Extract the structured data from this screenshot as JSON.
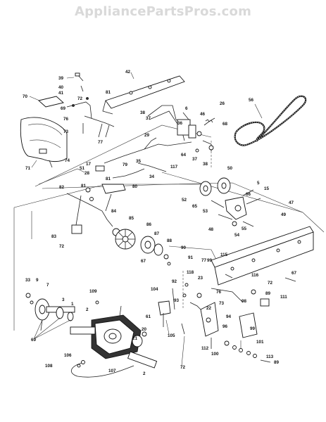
{
  "header": {
    "watermark": "AppliancePartsPros.com"
  },
  "callouts": [
    {
      "id": "c-42",
      "text": "42"
    },
    {
      "id": "c-39",
      "text": "39"
    },
    {
      "id": "c-40",
      "text": "40"
    },
    {
      "id": "c-41",
      "text": "41"
    },
    {
      "id": "c-70",
      "text": "70"
    },
    {
      "id": "c-72a",
      "text": "72"
    },
    {
      "id": "c-81a",
      "text": "81"
    },
    {
      "id": "c-69a",
      "text": "69"
    },
    {
      "id": "c-76a",
      "text": "76"
    },
    {
      "id": "c-73a",
      "text": "73"
    },
    {
      "id": "c-77a",
      "text": "77"
    },
    {
      "id": "c-38a",
      "text": "38"
    },
    {
      "id": "c-37a",
      "text": "37"
    },
    {
      "id": "c-6",
      "text": "6"
    },
    {
      "id": "c-46",
      "text": "46"
    },
    {
      "id": "c-36",
      "text": "36"
    },
    {
      "id": "c-26",
      "text": "26"
    },
    {
      "id": "c-68",
      "text": "68"
    },
    {
      "id": "c-56",
      "text": "56"
    },
    {
      "id": "c-71",
      "text": "71"
    },
    {
      "id": "c-74",
      "text": "74"
    },
    {
      "id": "c-17",
      "text": "17"
    },
    {
      "id": "c-51",
      "text": "51"
    },
    {
      "id": "c-28",
      "text": "28"
    },
    {
      "id": "c-79",
      "text": "79"
    },
    {
      "id": "c-81b",
      "text": "81"
    },
    {
      "id": "c-29",
      "text": "29"
    },
    {
      "id": "c-35",
      "text": "35"
    },
    {
      "id": "c-34",
      "text": "34"
    },
    {
      "id": "c-64",
      "text": "64"
    },
    {
      "id": "c-37b",
      "text": "37"
    },
    {
      "id": "c-38b",
      "text": "38"
    },
    {
      "id": "c-117a",
      "text": "117"
    },
    {
      "id": "c-50",
      "text": "50"
    },
    {
      "id": "c-82",
      "text": "82"
    },
    {
      "id": "c-81c",
      "text": "81"
    },
    {
      "id": "c-80",
      "text": "80"
    },
    {
      "id": "c-52",
      "text": "52"
    },
    {
      "id": "c-65",
      "text": "65"
    },
    {
      "id": "c-5",
      "text": "5"
    },
    {
      "id": "c-15",
      "text": "15"
    },
    {
      "id": "c-47",
      "text": "47"
    },
    {
      "id": "c-53",
      "text": "53"
    },
    {
      "id": "c-66",
      "text": "66"
    },
    {
      "id": "c-48",
      "text": "48"
    },
    {
      "id": "c-84",
      "text": "84"
    },
    {
      "id": "c-85",
      "text": "85"
    },
    {
      "id": "c-86",
      "text": "86"
    },
    {
      "id": "c-87",
      "text": "87"
    },
    {
      "id": "c-88",
      "text": "88"
    },
    {
      "id": "c-55",
      "text": "55"
    },
    {
      "id": "c-54",
      "text": "54"
    },
    {
      "id": "c-49",
      "text": "49"
    },
    {
      "id": "c-83",
      "text": "83"
    },
    {
      "id": "c-72b",
      "text": "72"
    },
    {
      "id": "c-67a",
      "text": "67"
    },
    {
      "id": "c-90",
      "text": "90"
    },
    {
      "id": "c-91",
      "text": "91"
    },
    {
      "id": "c-115",
      "text": "115"
    },
    {
      "id": "c-77b",
      "text": "77"
    },
    {
      "id": "c-99a",
      "text": "99"
    },
    {
      "id": "c-118",
      "text": "118"
    },
    {
      "id": "c-116",
      "text": "116"
    },
    {
      "id": "c-72c",
      "text": "72"
    },
    {
      "id": "c-67b",
      "text": "67"
    },
    {
      "id": "c-33",
      "text": "33"
    },
    {
      "id": "c-9",
      "text": "9"
    },
    {
      "id": "c-7",
      "text": "7"
    },
    {
      "id": "c-109",
      "text": "109"
    },
    {
      "id": "c-3",
      "text": "3"
    },
    {
      "id": "c-1",
      "text": "1"
    },
    {
      "id": "c-2a",
      "text": "2"
    },
    {
      "id": "c-69b",
      "text": "69"
    },
    {
      "id": "c-61",
      "text": "61"
    },
    {
      "id": "c-20",
      "text": "20"
    },
    {
      "id": "c-21",
      "text": "21"
    },
    {
      "id": "c-104",
      "text": "104"
    },
    {
      "id": "c-92",
      "text": "92"
    },
    {
      "id": "c-93",
      "text": "93"
    },
    {
      "id": "c-23",
      "text": "23"
    },
    {
      "id": "c-22",
      "text": "22"
    },
    {
      "id": "c-76b",
      "text": "76"
    },
    {
      "id": "c-73b",
      "text": "73"
    },
    {
      "id": "c-94",
      "text": "94"
    },
    {
      "id": "c-98",
      "text": "98"
    },
    {
      "id": "c-89a",
      "text": "89"
    },
    {
      "id": "c-111",
      "text": "111"
    },
    {
      "id": "c-105",
      "text": "105"
    },
    {
      "id": "c-96",
      "text": "96"
    },
    {
      "id": "c-99b",
      "text": "99"
    },
    {
      "id": "c-112",
      "text": "112"
    },
    {
      "id": "c-100",
      "text": "100"
    },
    {
      "id": "c-101",
      "text": "101"
    },
    {
      "id": "c-113",
      "text": "113"
    },
    {
      "id": "c-89b",
      "text": "89"
    },
    {
      "id": "c-108",
      "text": "108"
    },
    {
      "id": "c-106",
      "text": "106"
    },
    {
      "id": "c-107",
      "text": "107"
    },
    {
      "id": "c-2b",
      "text": "2"
    },
    {
      "id": "c-72d",
      "text": "72"
    }
  ]
}
